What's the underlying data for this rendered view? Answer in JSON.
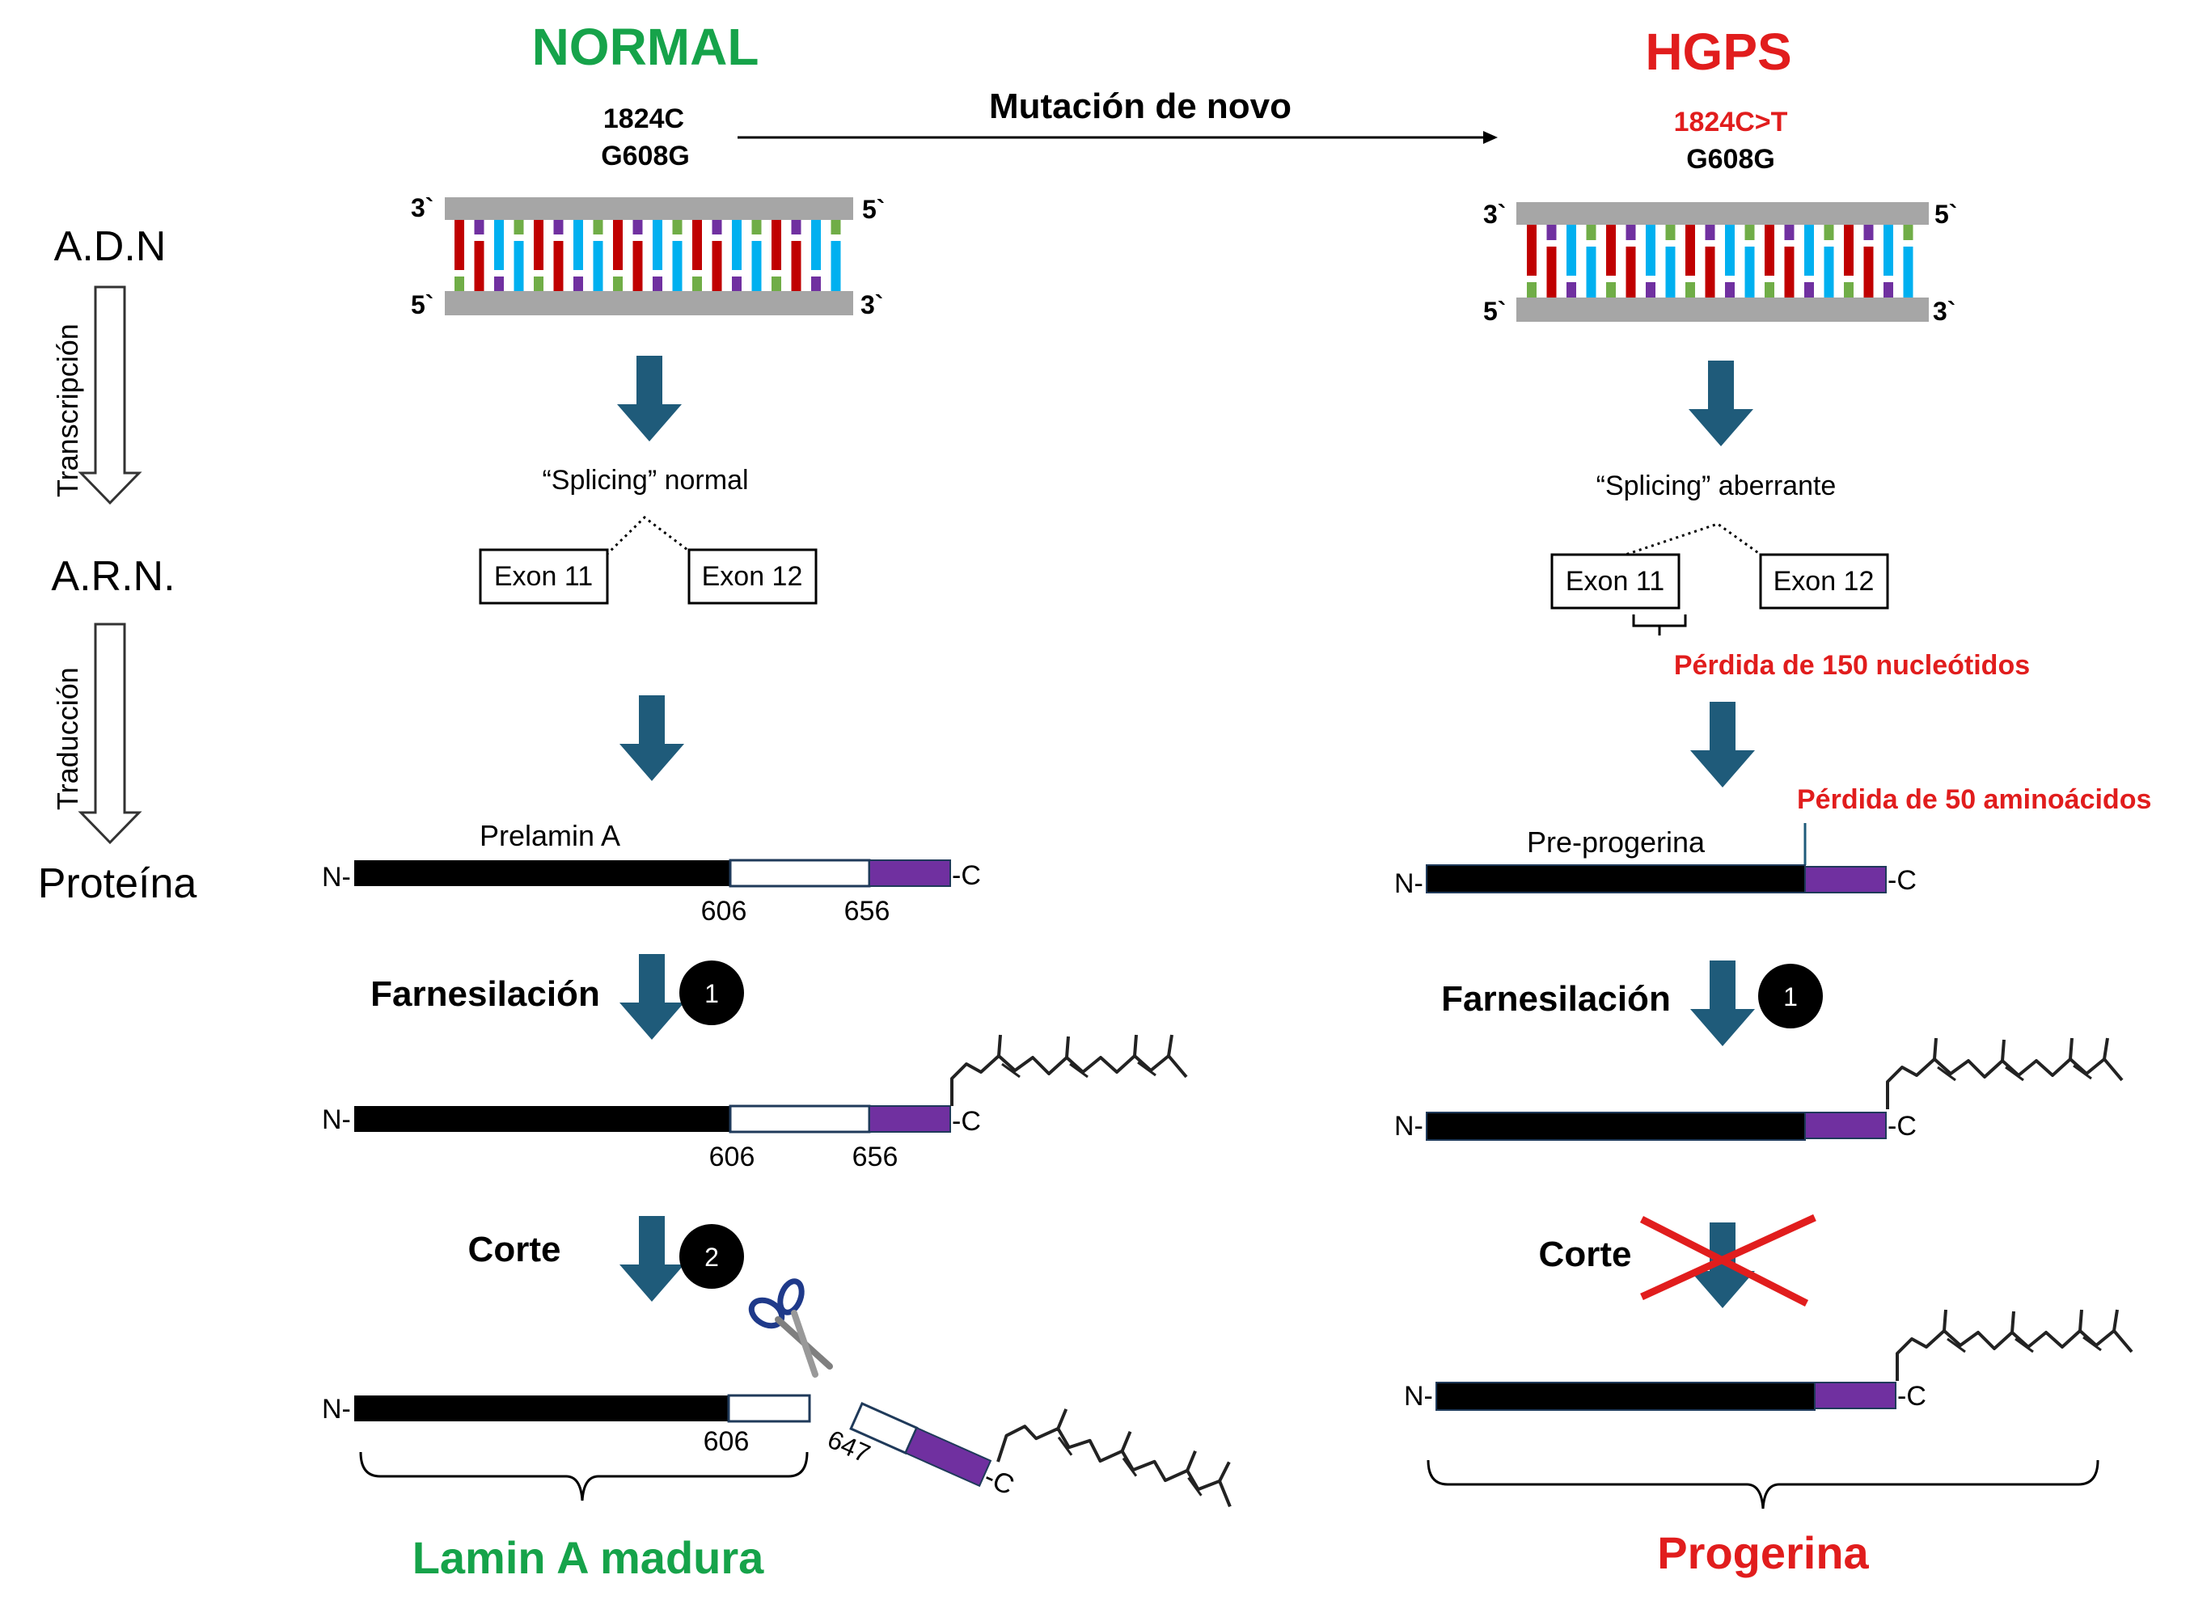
{
  "colors": {
    "normal_title": "#16a34a",
    "hgps_title": "#e11d1d",
    "red_text": "#e11d1d",
    "arrow_fill": "#1f5b7a",
    "strand": "#a6a6a6",
    "protein_black": "#000000",
    "protein_purple": "#7030a0",
    "base_colors": [
      "#c00000",
      "#70ad47",
      "#00b0f0",
      "#7030a0"
    ]
  },
  "titles": {
    "normal": "NORMAL",
    "hgps": "HGPS"
  },
  "mutation_label": "Mutación de novo",
  "normal": {
    "allele_line1": "1824C",
    "allele_line2": "G608G",
    "splicing": "“Splicing” normal",
    "exon11": "Exon 11",
    "exon12": "Exon 12",
    "protein_label": "Prelamin A",
    "pos606": "606",
    "pos656": "656",
    "farnesilacion": "Farnesilación",
    "step1": "1",
    "corte": "Corte",
    "step2": "2",
    "pos647": "647",
    "final_label": "Lamin A madura"
  },
  "hgps": {
    "allele_line1": "1824C>T",
    "allele_line2": "G608G",
    "splicing": "“Splicing” aberrante",
    "exon11": "Exon 11",
    "exon12": "Exon 12",
    "loss_nucleotides": "Pérdida de 150 nucleótidos",
    "loss_aminoacids": "Pérdida de 50 aminoácidos",
    "protein_label": "Pre-progerina",
    "farnesilacion": "Farnesilación",
    "step1": "1",
    "corte": "Corte",
    "final_label": "Progerina"
  },
  "left_axis": {
    "adn": "A.D.N",
    "transcripcion": "Transcripción",
    "arn": "A.R.N.",
    "traduccion": "Traducción",
    "proteina": "Proteína"
  },
  "dna_ends": {
    "three": "3`",
    "five": "5`"
  },
  "terminals": {
    "n": "N-",
    "c": "-C"
  }
}
